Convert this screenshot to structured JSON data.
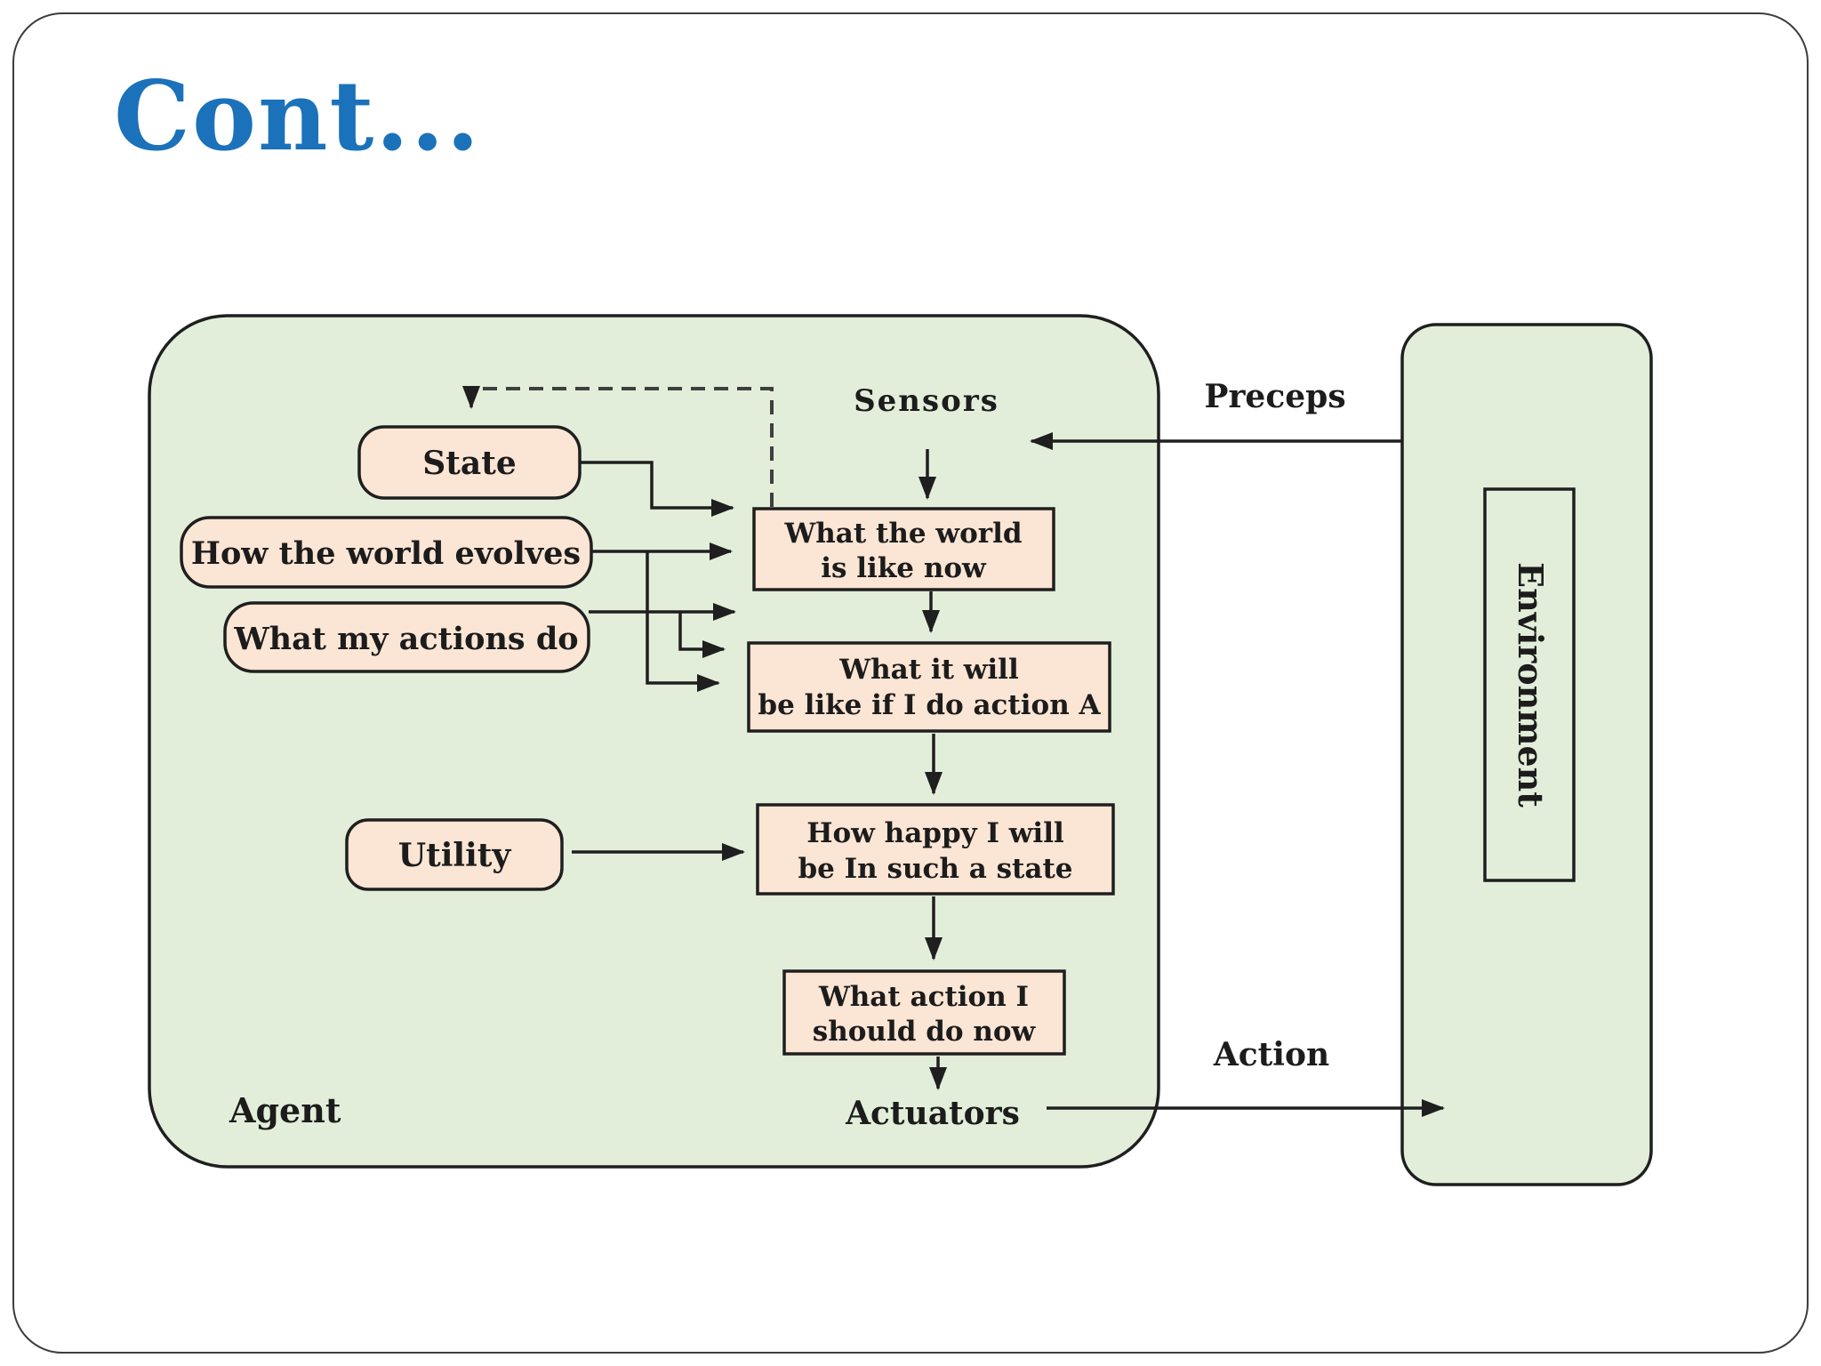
{
  "slide": {
    "title": "Cont..."
  },
  "colors": {
    "title_blue": "#1B72BA",
    "agent_green": "#E2EEDA",
    "node_peach": "#FBE5D4",
    "line_dark": "#1f1f1f"
  },
  "diagram": {
    "agent_label": "Agent",
    "environment_label": "Environment",
    "sensors_label": "Sensors",
    "actuators_label": "Actuators",
    "preceps_label": "Preceps",
    "action_label": "Action",
    "nodes": {
      "state": "State",
      "world_evolves": "How the world evolves",
      "actions_do": "What my actions do",
      "utility": "Utility",
      "world_now_line1": "What the world",
      "world_now_line2": "is like now",
      "if_action_line1": "What it will",
      "if_action_line2": "be like if I do action A",
      "happy_line1": "How happy I will",
      "happy_line2": "be In such a state",
      "action_now_line1": "What action I",
      "action_now_line2": "should do now"
    }
  }
}
